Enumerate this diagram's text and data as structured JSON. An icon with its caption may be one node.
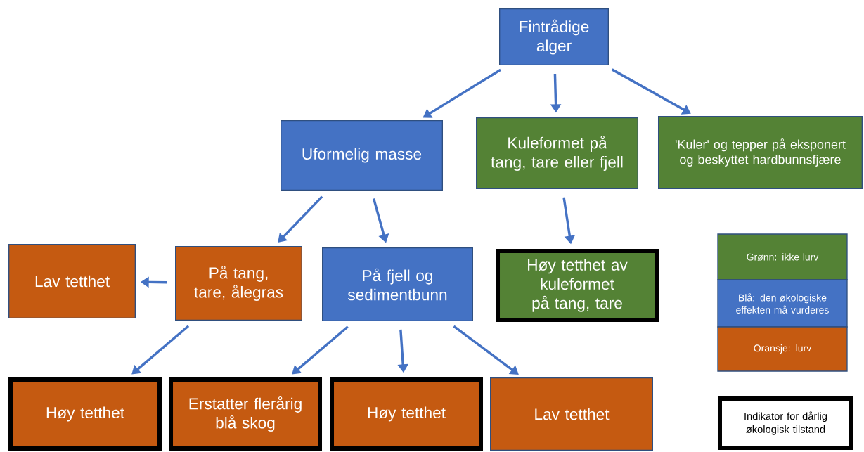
{
  "diagram": {
    "nodes": [
      {
        "text": [
          "Fintrådige alger"
        ]
      },
      {
        "text": [
          "Uformelig masse"
        ]
      },
      {
        "text": [
          "Kuleformet på tang, tare eller fjell"
        ]
      },
      {
        "text": [
          "'Kuler' og tepper på eksponert og beskyttet hardbunnsfjære"
        ]
      },
      {
        "text": [
          "Lav tetthet"
        ]
      },
      {
        "text": [
          "På tang, tare, ålegras"
        ]
      },
      {
        "text": [
          "På fjell og sedimentbunn"
        ]
      },
      {
        "text": [
          "Høy tetthet av kuleformet på tang, tare"
        ]
      },
      {
        "text": [
          "Høy tetthet"
        ]
      },
      {
        "text": [
          "Erstatter flerårig blå skog"
        ]
      },
      {
        "text": [
          "Høy tetthet"
        ]
      },
      {
        "text": [
          "Lav tetthet"
        ]
      }
    ],
    "edges": [
      {
        "from": 0,
        "to": 1,
        "arrow": "to"
      },
      {
        "from": 0,
        "to": 2,
        "arrow": "to"
      },
      {
        "from": 0,
        "to": 3,
        "arrow": "to"
      },
      {
        "from": 1,
        "to": 5,
        "arrow": "to"
      },
      {
        "from": 1,
        "to": 6,
        "arrow": "to"
      },
      {
        "from": 2,
        "to": 7,
        "arrow": "to"
      },
      {
        "from": 5,
        "to": 4,
        "arrow": "to"
      },
      {
        "from": 5,
        "to": 8,
        "arrow": "to"
      },
      {
        "from": 6,
        "to": 9,
        "arrow": "to"
      },
      {
        "from": 6,
        "to": 10,
        "arrow": "to"
      },
      {
        "from": 6,
        "to": 11,
        "arrow": "to"
      }
    ],
    "legend": [
      {
        "text": "Grønn: ikke lurv",
        "color": "#548235"
      },
      {
        "text": "Blå: den økologiske effekten må vurderes",
        "color": "#4472c4"
      },
      {
        "text": "Oransje: lurv",
        "color": "#c55a11"
      },
      {
        "text": "Indikator for dårlig økologisk tilstand"
      }
    ]
  }
}
